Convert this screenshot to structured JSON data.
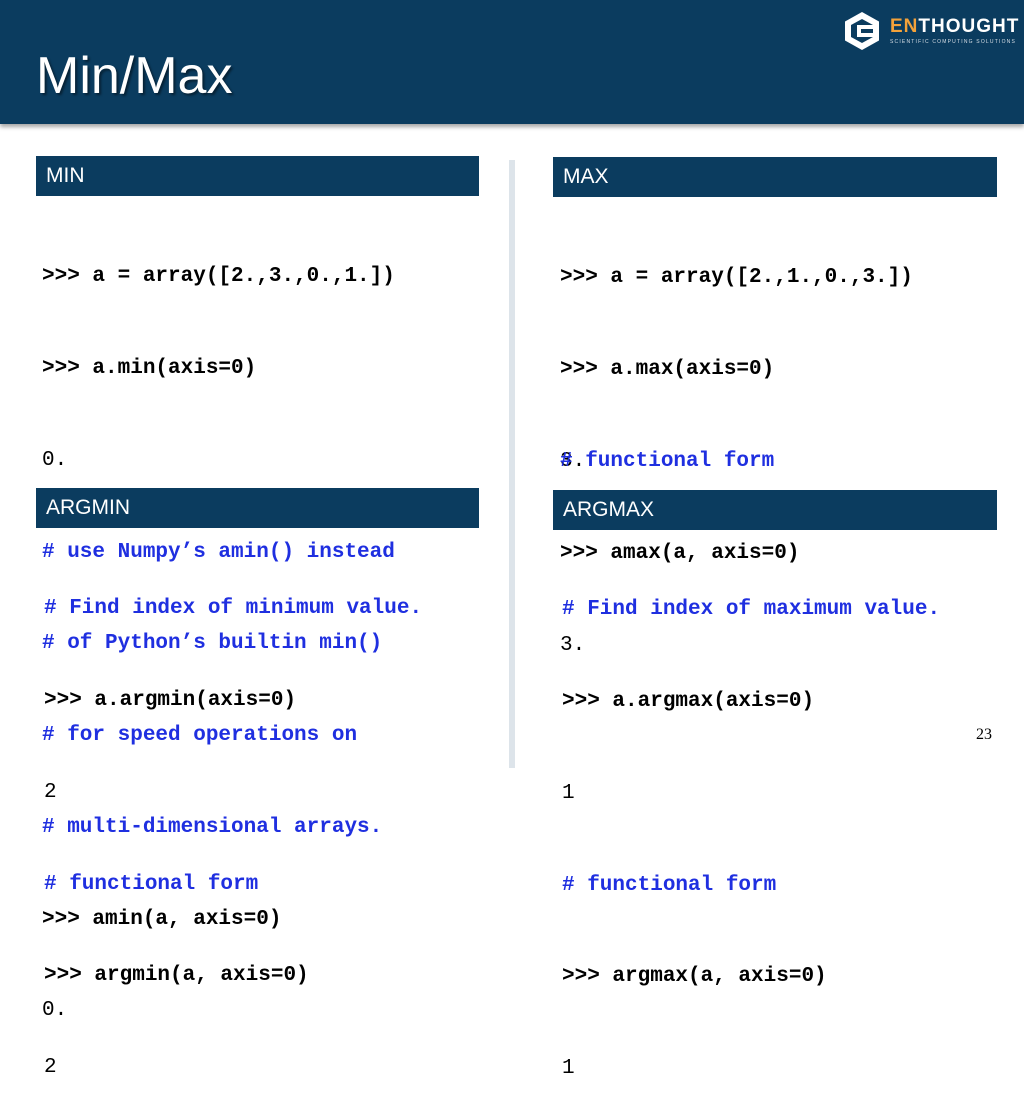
{
  "header": {
    "title": "Min/Max",
    "logo": {
      "brand_en": "EN",
      "brand_rest": "THOUGHT",
      "tagline": "SCIENTIFIC COMPUTING SOLUTIONS",
      "colors": {
        "accent": "#f4a23a",
        "mark": "#ffffff"
      }
    }
  },
  "colors": {
    "header_bg": "#0b3c5f",
    "comment": "#1f2fe0",
    "divider": "#dde4ea"
  },
  "sections": {
    "min": {
      "heading": "MIN",
      "lines": [
        ">>> a = array([2.,3.,0.,1.])",
        ">>> a.min(axis=0)",
        "0.",
        "# use Numpy’s amin() instead",
        "# of Python’s builtin min()",
        "# for speed operations on",
        "# multi-dimensional arrays.",
        ">>> amin(a, axis=0)",
        "0."
      ]
    },
    "max": {
      "heading": "MAX",
      "lines": [
        ">>> a = array([2.,1.,0.,3.])",
        ">>> a.max(axis=0)",
        "3.",
        "# functional form",
        ">>> amax(a, axis=0)",
        "3."
      ]
    },
    "argmin": {
      "heading": "ARGMIN",
      "lines": [
        "# Find index of minimum value.",
        ">>> a.argmin(axis=0)",
        "2",
        "# functional form",
        ">>> argmin(a, axis=0)",
        "2"
      ]
    },
    "argmax": {
      "heading": "ARGMAX",
      "lines": [
        "# Find index of maximum value.",
        ">>> a.argmax(axis=0)",
        "1",
        "# functional form",
        ">>> argmax(a, axis=0)",
        "1"
      ]
    }
  },
  "footer": {
    "page_number": "23"
  }
}
